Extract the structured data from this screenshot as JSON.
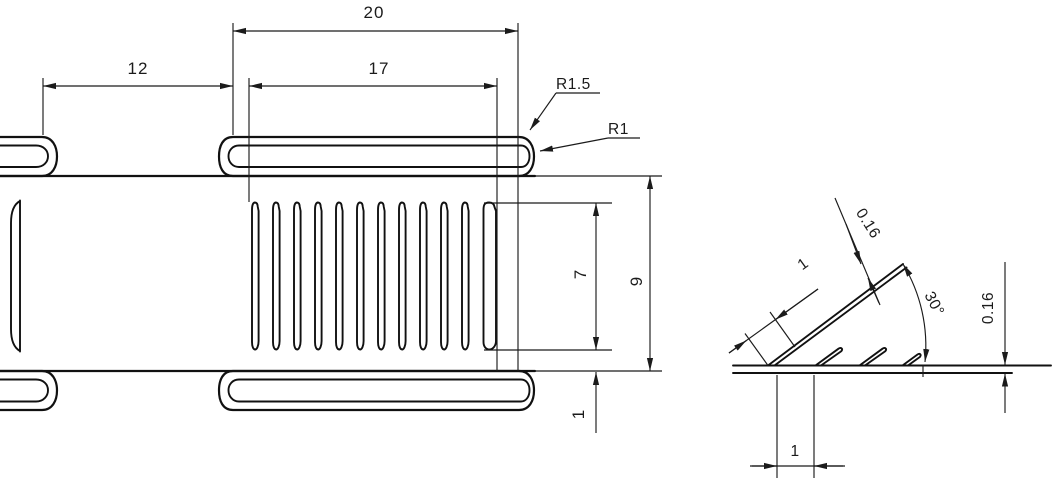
{
  "drawing": {
    "title": "serrated-grater-plate-drawing",
    "background": "#ffffff",
    "line_color": "#111111",
    "views": {
      "plan_view": "partial plan view of serrated plate with stadium slots",
      "detail_view": "enlarged side detail of lanced teeth"
    },
    "serration_count": 12,
    "detail_teeth_count": 4
  },
  "labels": {
    "total_length": "20",
    "left_slot_spacing": "12",
    "serrated_length": "17",
    "outer_end_radius": "R1.5",
    "inner_end_radius": "R1",
    "serration_field_height": "7",
    "plate_height": "9",
    "edge_margin": "1",
    "tooth_length": "1",
    "tooth_thickness": "0.16",
    "tooth_angle": "30°",
    "sheet_thickness": "0.16",
    "tooth_pitch": "1"
  }
}
